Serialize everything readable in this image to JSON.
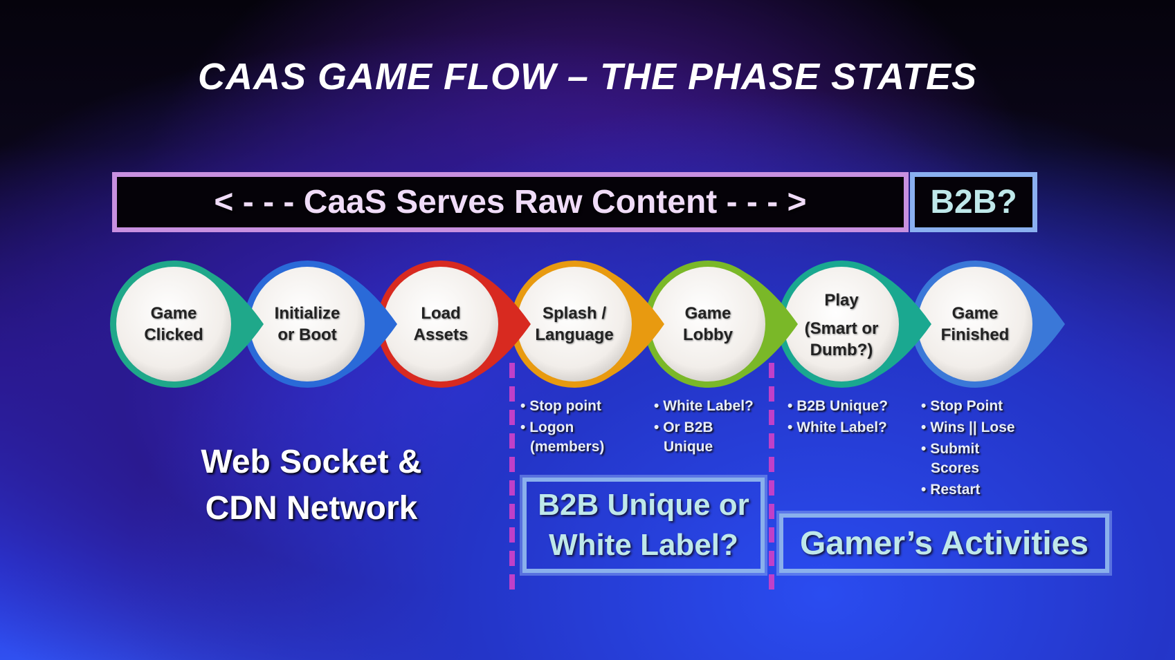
{
  "title": "CAAS GAME FLOW – THE PHASE STATES",
  "banner": {
    "text": "< - - - CaaS Serves Raw Content - - - >",
    "side": "B2B?"
  },
  "phases": [
    {
      "lines": [
        "Game",
        "Clicked"
      ],
      "color": "#1fa88a"
    },
    {
      "lines": [
        "Initialize",
        "or Boot"
      ],
      "color": "#2a6ad8"
    },
    {
      "lines": [
        "Load",
        "Assets"
      ],
      "color": "#d82a20"
    },
    {
      "lines": [
        "Splash /",
        "Language"
      ],
      "color": "#e89a10"
    },
    {
      "lines": [
        "Game",
        "Lobby"
      ],
      "color": "#7ab828"
    },
    {
      "lines": [
        "Play",
        "(Smart or",
        "Dumb?)"
      ],
      "color": "#1aa890"
    },
    {
      "lines": [
        "Game",
        "Finished"
      ],
      "color": "#3a78d8"
    }
  ],
  "bullets": {
    "splash": [
      "Stop point",
      "Logon (members)"
    ],
    "lobby": [
      "White Label?",
      "Or B2B Unique"
    ],
    "play": [
      "B2B Unique?",
      "White Label?"
    ],
    "finished": [
      "Stop Point",
      "Wins || Lose",
      "Submit Scores",
      "Restart"
    ]
  },
  "network": {
    "line1": "Web Socket &",
    "line2": "CDN Network"
  },
  "boxes": {
    "b2b_unique": "B2B Unique or White Label?",
    "gamers": "Gamer’s Activities"
  }
}
